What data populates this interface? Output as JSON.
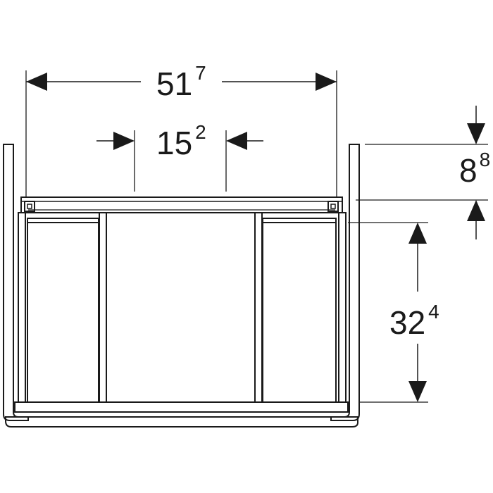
{
  "dimensions": {
    "overall_width": {
      "main": "51",
      "sup": "7"
    },
    "center_gap": {
      "main": "15",
      "sup": "2"
    },
    "top_offset": {
      "main": "8",
      "sup": "8"
    },
    "drawer_height": {
      "main": "32",
      "sup": "4"
    }
  },
  "colors": {
    "line": "#1a1a1a",
    "background": "#ffffff"
  }
}
